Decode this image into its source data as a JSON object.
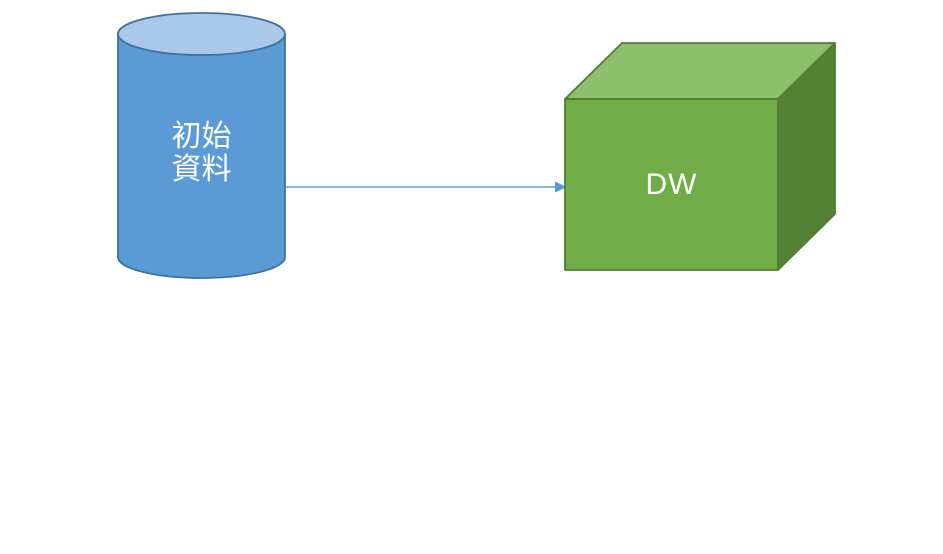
{
  "diagram": {
    "background": "#ffffff",
    "source_node": {
      "shape": "cylinder",
      "role": "initial-data-store",
      "lines": [
        "初始",
        "資料"
      ],
      "fill": "#5B9BD5",
      "top_fill": "#A9C8EA",
      "stroke": "#41719C",
      "text_color": "#FFFFFF"
    },
    "target_node": {
      "shape": "cube",
      "role": "data-warehouse",
      "label": "DW",
      "front_fill": "#70AD47",
      "top_fill": "#8CC06A",
      "side_fill": "#548235",
      "stroke": "#507E32",
      "text_color": "#FFFFFF"
    },
    "connector": {
      "type": "straight-arrow",
      "direction": "left-to-right",
      "color": "#5B9BD5"
    }
  }
}
